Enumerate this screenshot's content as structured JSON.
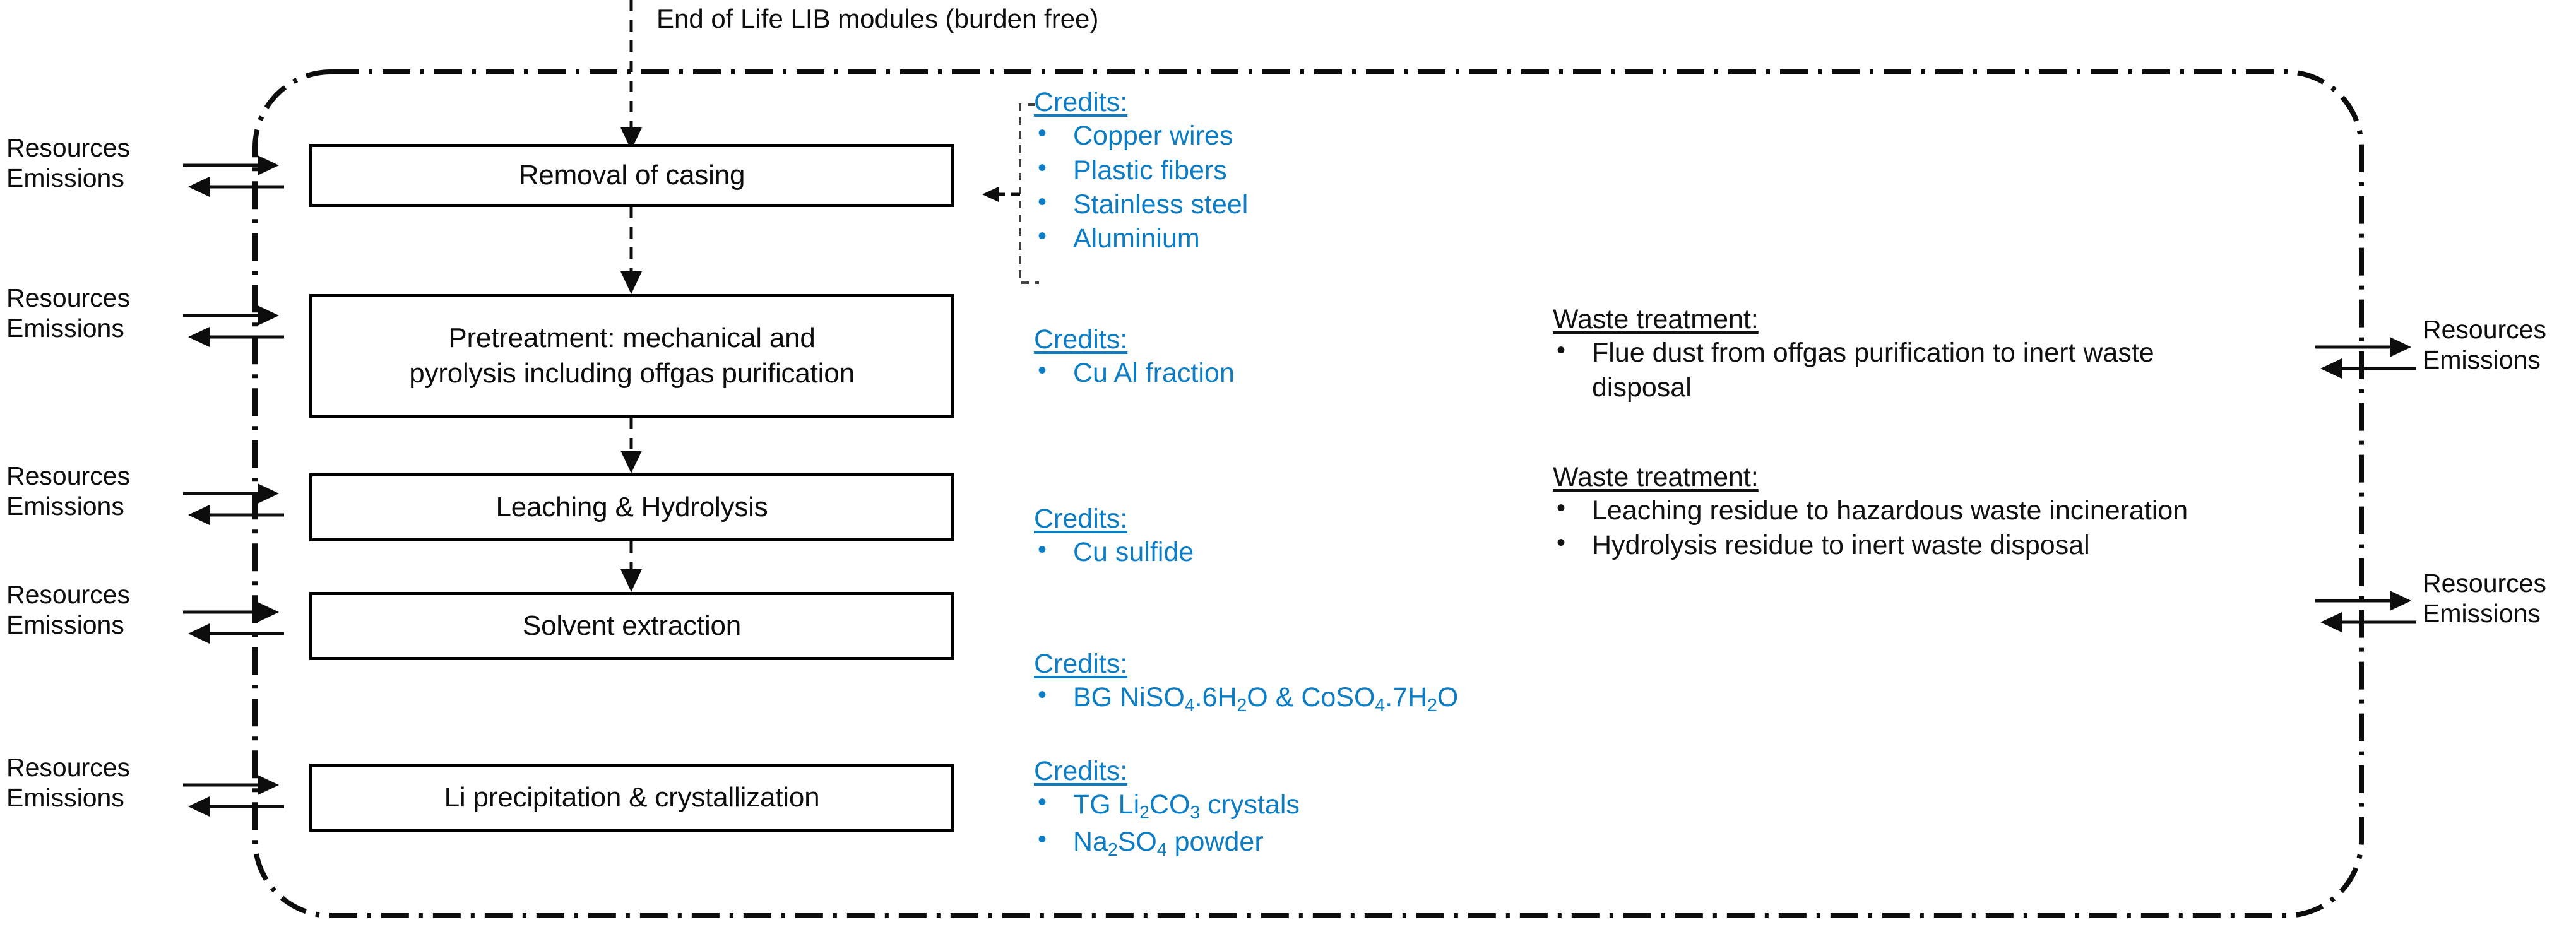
{
  "diagram": {
    "title": "Hydrometallurgical LIB recycling system boundary flowchart",
    "accent_blue": "#0c7dc4",
    "ink": "#0d0d0d",
    "input_flow_label": "End of Life LIB modules (burden free)",
    "exchange_label": {
      "line1": "Resources",
      "line2": "Emissions"
    },
    "process_steps": [
      {
        "id": "removal-of-casing",
        "label": "Removal of casing"
      },
      {
        "id": "pretreatment",
        "label": "Pretreatment: mechanical and pyrolysis including offgas purification",
        "line1": "Pretreatment: mechanical and",
        "line2": "pyrolysis including offgas purification"
      },
      {
        "id": "leaching-hydrolysis",
        "label": "Leaching & Hydrolysis"
      },
      {
        "id": "solvent-extraction",
        "label": "Solvent extraction"
      },
      {
        "id": "li-precipitation",
        "label": "Li precipitation & crystallization"
      }
    ],
    "credits_blocks": [
      {
        "id": "credits-removal-of-casing",
        "heading": "Credits:",
        "items": [
          "Copper wires",
          "Plastic fibers",
          "Stainless steel",
          "Aluminium"
        ]
      },
      {
        "id": "credits-pretreatment",
        "heading": "Credits:",
        "items": [
          "Cu Al fraction"
        ]
      },
      {
        "id": "credits-leaching",
        "heading": "Credits:",
        "items": [
          "Cu sulfide"
        ]
      },
      {
        "id": "credits-solvent-extraction",
        "heading": "Credits:",
        "items": [
          "BG NiSO4.6H2O & CoSO4.7H2O"
        ]
      },
      {
        "id": "credits-li-precipitation",
        "heading": "Credits:",
        "items": [
          "TG Li2CO3 crystals",
          "Na2SO4 powder"
        ]
      }
    ],
    "waste_blocks": [
      {
        "id": "waste-pretreatment",
        "heading": "Waste treatment:",
        "items": [
          "Flue dust from offgas purification to inert waste disposal"
        ]
      },
      {
        "id": "waste-leaching",
        "heading": "Waste treatment:",
        "items": [
          "Leaching residue to hazardous waste incineration",
          "Hydrolysis residue to inert waste disposal"
        ]
      }
    ],
    "left_exchanges": [
      {
        "id": "exchange-left-1"
      },
      {
        "id": "exchange-left-2"
      },
      {
        "id": "exchange-left-3"
      },
      {
        "id": "exchange-left-4"
      },
      {
        "id": "exchange-left-5"
      }
    ],
    "right_exchanges": [
      {
        "id": "exchange-right-1"
      },
      {
        "id": "exchange-right-2"
      }
    ]
  }
}
